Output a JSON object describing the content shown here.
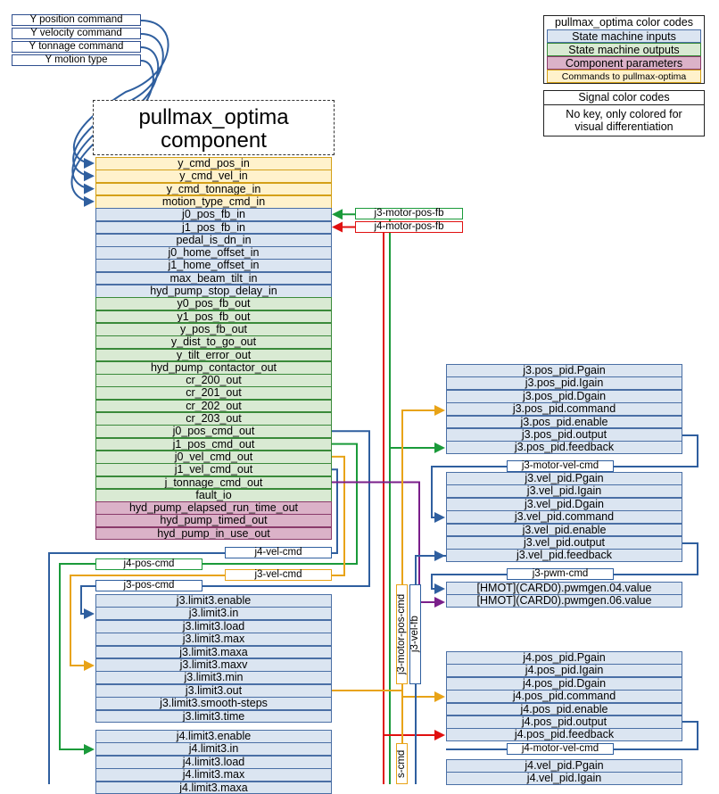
{
  "commands": [
    "Y position command",
    "Y velocity command",
    "Y tonnage command",
    "Y motion type"
  ],
  "component": {
    "title_line1": "pullmax_optima",
    "title_line2": "component",
    "pins": [
      {
        "label": "y_cmd_pos_in",
        "kind": "cmd"
      },
      {
        "label": "y_cmd_vel_in",
        "kind": "cmd"
      },
      {
        "label": "y_cmd_tonnage_in",
        "kind": "cmd"
      },
      {
        "label": "motion_type_cmd_in",
        "kind": "cmd"
      },
      {
        "label": "j0_pos_fb_in",
        "kind": "in"
      },
      {
        "label": "j1_pos_fb_in",
        "kind": "in"
      },
      {
        "label": "pedal_is_dn_in",
        "kind": "in"
      },
      {
        "label": "j0_home_offset_in",
        "kind": "in"
      },
      {
        "label": "j1_home_offset_in",
        "kind": "in"
      },
      {
        "label": "max_beam_tilt_in",
        "kind": "in"
      },
      {
        "label": "hyd_pump_stop_delay_in",
        "kind": "in"
      },
      {
        "label": "y0_pos_fb_out",
        "kind": "out"
      },
      {
        "label": "y1_pos_fb_out",
        "kind": "out"
      },
      {
        "label": "y_pos_fb_out",
        "kind": "out"
      },
      {
        "label": "y_dist_to_go_out",
        "kind": "out"
      },
      {
        "label": "y_tilt_error_out",
        "kind": "out"
      },
      {
        "label": "hyd_pump_contactor_out",
        "kind": "out"
      },
      {
        "label": "cr_200_out",
        "kind": "out"
      },
      {
        "label": "cr_201_out",
        "kind": "out"
      },
      {
        "label": "cr_202_out",
        "kind": "out"
      },
      {
        "label": "cr_203_out",
        "kind": "out"
      },
      {
        "label": "j0_pos_cmd_out",
        "kind": "out"
      },
      {
        "label": "j1_pos_cmd_out",
        "kind": "out"
      },
      {
        "label": "j0_vel_cmd_out",
        "kind": "out"
      },
      {
        "label": "j1_vel_cmd_out",
        "kind": "out"
      },
      {
        "label": "j_tonnage_cmd_out",
        "kind": "out"
      },
      {
        "label": "fault_io",
        "kind": "out"
      },
      {
        "label": "hyd_pump_elapsed_run_time_out",
        "kind": "param"
      },
      {
        "label": "hyd_pump_timed_out",
        "kind": "param"
      },
      {
        "label": "hyd_pump_in_use_out",
        "kind": "param"
      }
    ]
  },
  "limit3_j3": [
    "j3.limit3.enable",
    "j3.limit3.in",
    "j3.limit3.load",
    "j3.limit3.max",
    "j3.limit3.maxa",
    "j3.limit3.maxv",
    "j3.limit3.min",
    "j3.limit3.out",
    "j3.limit3.smooth-steps",
    "j3.limit3.time"
  ],
  "limit3_j4": [
    "j4.limit3.enable",
    "j4.limit3.in",
    "j4.limit3.load",
    "j4.limit3.max",
    "j4.limit3.maxa"
  ],
  "pos_pid_j3": [
    "j3.pos_pid.Pgain",
    "j3.pos_pid.Igain",
    "j3.pos_pid.Dgain",
    "j3.pos_pid.command",
    "j3.pos_pid.enable",
    "j3.pos_pid.output",
    "j3.pos_pid.feedback"
  ],
  "vel_pid_j3": [
    "j3.vel_pid.Pgain",
    "j3.vel_pid.Igain",
    "j3.vel_pid.Dgain",
    "j3.vel_pid.command",
    "j3.vel_pid.enable",
    "j3.vel_pid.output",
    "j3.vel_pid.feedback"
  ],
  "pwmgen": [
    "[HMOT](CARD0).pwmgen.04.value",
    "[HMOT](CARD0).pwmgen.06.value"
  ],
  "pos_pid_j4": [
    "j4.pos_pid.Pgain",
    "j4.pos_pid.Igain",
    "j4.pos_pid.Dgain",
    "j4.pos_pid.command",
    "j4.pos_pid.enable",
    "j4.pos_pid.output",
    "j4.pos_pid.feedback"
  ],
  "vel_pid_j4": [
    "j4.vel_pid.Pgain",
    "j4.vel_pid.Igain"
  ],
  "nets": {
    "j3_motor_pos_fb": "j3-motor-pos-fb",
    "j4_motor_pos_fb": "j4-motor-pos-fb",
    "j4_vel_cmd": "j4-vel-cmd",
    "j4_pos_cmd": "j4-pos-cmd",
    "j3_vel_cmd": "j3-vel-cmd",
    "j3_pos_cmd": "j3-pos-cmd",
    "j3_motor_vel_cmd": "j3-motor-vel-cmd",
    "j3_pwm_cmd": "j3-pwm-cmd",
    "j4_motor_vel_cmd": "j4-motor-vel-cmd",
    "j3_motor_pos_cmd": "j3-motor-pos-cmd",
    "j3_vel_fb": "j3-vel-fb",
    "partial_cmd": "s-cmd"
  },
  "legend": {
    "title": "pullmax_optima color codes",
    "rows": [
      {
        "label": "State machine inputs",
        "kind": "in"
      },
      {
        "label": "State machine outputs",
        "kind": "out"
      },
      {
        "label": "Component parameters",
        "kind": "param"
      },
      {
        "label": "Commands to pullmax-optima",
        "kind": "cmd"
      }
    ]
  },
  "signal_legend": {
    "title": "Signal color codes",
    "note_line1": "No key, only colored for",
    "note_line2": "visual differentiation"
  },
  "colors": {
    "in": "#dbe5f1",
    "out": "#d9ead3",
    "param": "#dbb2c8",
    "cmd": "#fff2cc",
    "blue": "#2f5f9f",
    "green": "#1a9a3a",
    "red": "#e01010",
    "orange": "#e8a317",
    "purple": "#7a1f8a"
  }
}
